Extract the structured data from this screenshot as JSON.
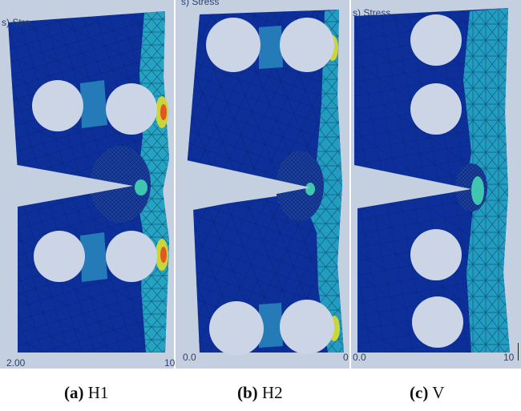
{
  "panels": [
    {
      "letter": "(a)",
      "name": "H1",
      "header_fragment": "s) Stre",
      "axis_left": "2.00",
      "axis_right": "10"
    },
    {
      "letter": "(b)",
      "name": "H2",
      "header_fragment": "s) Stress",
      "axis_left": "0.0",
      "axis_right": "0"
    },
    {
      "letter": "(c)",
      "name": "V",
      "header_fragment": "s) Stress",
      "axis_left": "0.0",
      "axis_right": "10"
    }
  ],
  "colors": {
    "background": "#c4cfe0",
    "low_stress": "#0c2f9a",
    "mid_stress": "#27b0c8",
    "high_stress": "#c9d63a",
    "peak_stress": "#e2571f",
    "hole_fill": "#ccd5e6"
  }
}
